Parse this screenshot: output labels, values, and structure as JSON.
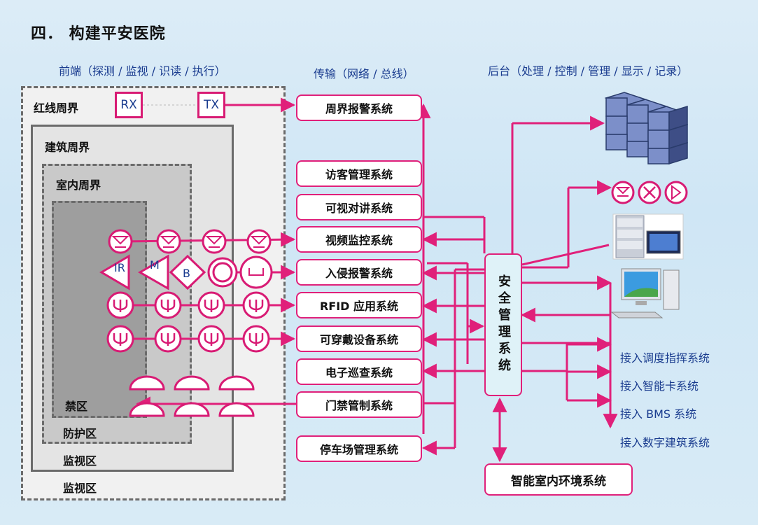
{
  "title": "四． 构建平安医院",
  "headers": {
    "front": "前端（探测 / 监视 / 识读 / 执行）",
    "transport": "传输（网络 / 总线）",
    "backend": "后台（处理 / 控制 / 管理 / 显示 / 记录）"
  },
  "zones": {
    "red_line": "红线周界",
    "building": "建筑周界",
    "indoor": "室内周界",
    "forbidden": "禁区",
    "protection": "防护区",
    "monitor1": "监视区",
    "monitor2": "监视区"
  },
  "sensors": {
    "rx": "RX",
    "tx": "TX",
    "ir": "IR",
    "m": "M",
    "b": "B"
  },
  "systems": [
    "周界报警系统",
    "访客管理系统",
    "可视对讲系统",
    "视频监控系统",
    "入侵报警系统",
    "RFID 应用系统",
    "可穿戴设备系统",
    "电子巡查系统",
    "门禁管制系统",
    "停车场管理系统"
  ],
  "center": "安全管理系统",
  "environment": "智能室内环境系统",
  "access": [
    "接入调度指挥系统",
    "接入智能卡系统",
    "接入 BMS 系统",
    "接入数字建筑系统"
  ],
  "icons": {
    "video_wall": "video-wall-icon",
    "controls": [
      "record-icon",
      "stop-icon",
      "play-icon"
    ],
    "server": "server-icon",
    "workstation": "workstation-icon"
  },
  "colors": {
    "line": "#e0207a",
    "text_blue": "#1a3c8f"
  }
}
